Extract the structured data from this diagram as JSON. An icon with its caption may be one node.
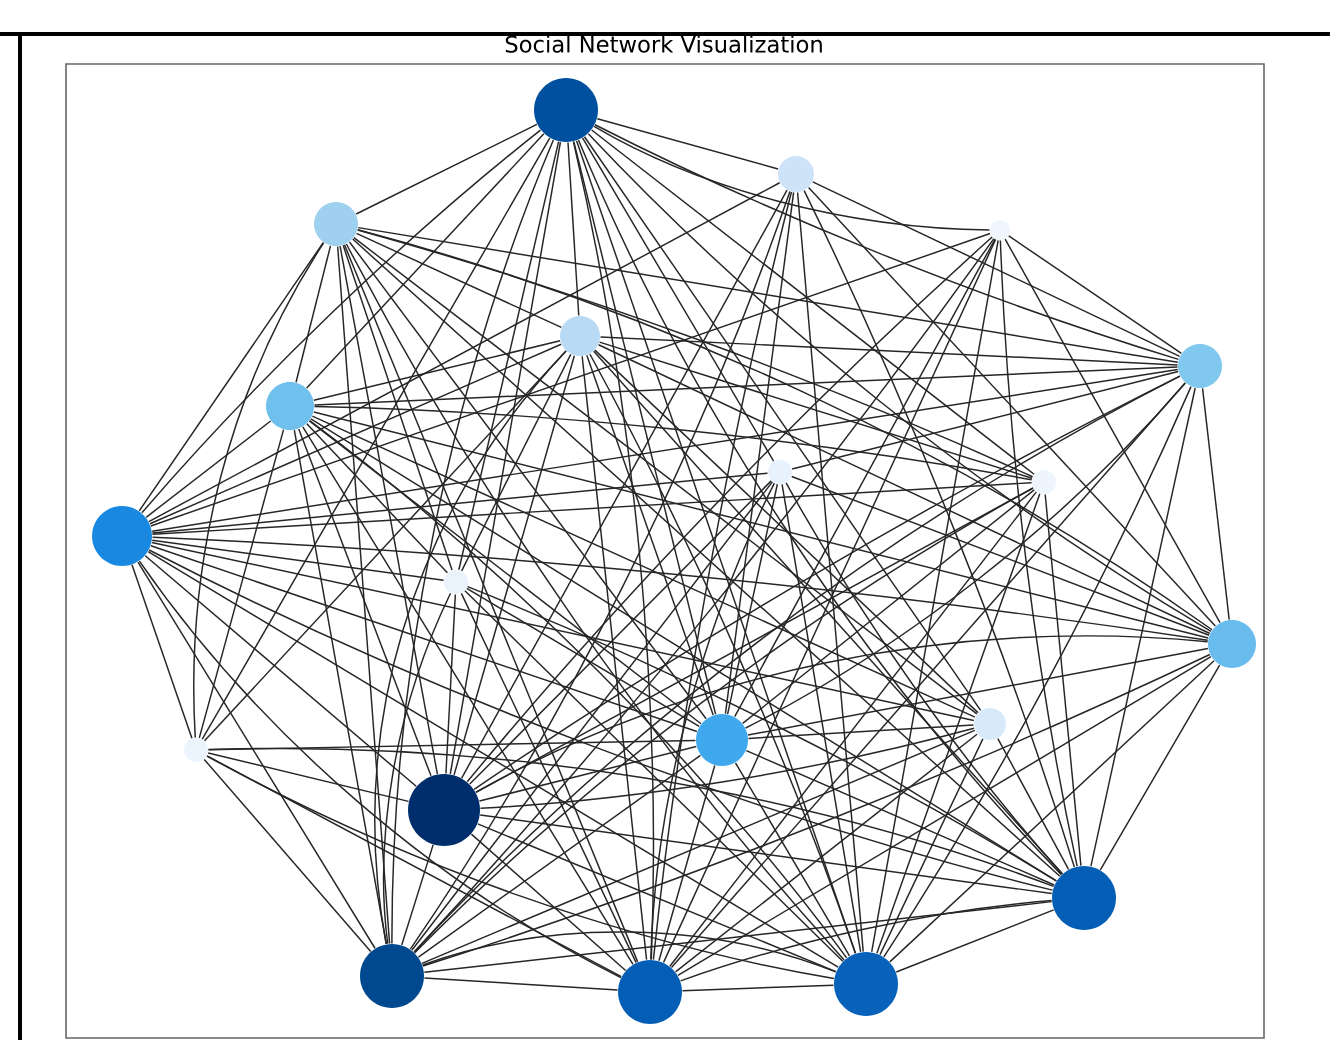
{
  "diagram": {
    "title": "Social Network Visualization",
    "nodes": [
      {
        "text": [],
        "shape": "circle"
      },
      {
        "text": [],
        "shape": "circle"
      },
      {
        "text": [],
        "shape": "circle"
      },
      {
        "text": [],
        "shape": "circle"
      },
      {
        "text": [],
        "shape": "circle"
      },
      {
        "text": [],
        "shape": "circle"
      },
      {
        "text": [],
        "shape": "circle"
      },
      {
        "text": [],
        "shape": "circle"
      },
      {
        "text": [],
        "shape": "circle"
      },
      {
        "text": [],
        "shape": "circle"
      },
      {
        "text": [],
        "shape": "circle"
      },
      {
        "text": [],
        "shape": "circle"
      },
      {
        "text": [],
        "shape": "circle"
      },
      {
        "text": [],
        "shape": "circle"
      },
      {
        "text": [],
        "shape": "circle"
      },
      {
        "text": [],
        "shape": "circle"
      },
      {
        "text": [],
        "shape": "circle"
      },
      {
        "text": [],
        "shape": "circle"
      },
      {
        "text": [],
        "shape": "circle"
      },
      {
        "text": [],
        "shape": "circle"
      }
    ],
    "edges": [
      {
        "from": 0,
        "to": 1,
        "arrow": "none"
      },
      {
        "from": 0,
        "to": 2,
        "arrow": "none"
      },
      {
        "from": 0,
        "to": 3,
        "arrow": "none"
      },
      {
        "from": 0,
        "to": 4,
        "arrow": "none"
      },
      {
        "from": 0,
        "to": 5,
        "arrow": "none"
      },
      {
        "from": 0,
        "to": 6,
        "arrow": "none"
      },
      {
        "from": 0,
        "to": 7,
        "arrow": "none"
      },
      {
        "from": 0,
        "to": 8,
        "arrow": "none"
      },
      {
        "from": 0,
        "to": 9,
        "arrow": "none"
      },
      {
        "from": 0,
        "to": 10,
        "arrow": "none"
      },
      {
        "from": 0,
        "to": 11,
        "arrow": "none"
      },
      {
        "from": 0,
        "to": 12,
        "arrow": "none"
      },
      {
        "from": 0,
        "to": 13,
        "arrow": "none"
      },
      {
        "from": 0,
        "to": 14,
        "arrow": "none"
      },
      {
        "from": 0,
        "to": 15,
        "arrow": "none"
      },
      {
        "from": 0,
        "to": 16,
        "arrow": "none"
      },
      {
        "from": 0,
        "to": 17,
        "arrow": "none"
      },
      {
        "from": 0,
        "to": 18,
        "arrow": "none"
      },
      {
        "from": 0,
        "to": 19,
        "arrow": "none"
      },
      {
        "from": 1,
        "to": 5,
        "arrow": "none"
      },
      {
        "from": 1,
        "to": 9,
        "arrow": "none"
      },
      {
        "from": 1,
        "to": 11,
        "arrow": "none"
      },
      {
        "from": 1,
        "to": 13,
        "arrow": "none"
      },
      {
        "from": 1,
        "to": 15,
        "arrow": "none"
      },
      {
        "from": 1,
        "to": 16,
        "arrow": "none"
      },
      {
        "from": 1,
        "to": 17,
        "arrow": "none"
      },
      {
        "from": 1,
        "to": 18,
        "arrow": "none"
      },
      {
        "from": 1,
        "to": 19,
        "arrow": "none"
      },
      {
        "from": 2,
        "to": 4,
        "arrow": "none"
      },
      {
        "from": 2,
        "to": 5,
        "arrow": "none"
      },
      {
        "from": 2,
        "to": 6,
        "arrow": "none"
      },
      {
        "from": 2,
        "to": 8,
        "arrow": "none"
      },
      {
        "from": 2,
        "to": 9,
        "arrow": "none"
      },
      {
        "from": 2,
        "to": 10,
        "arrow": "none"
      },
      {
        "from": 2,
        "to": 11,
        "arrow": "none"
      },
      {
        "from": 2,
        "to": 12,
        "arrow": "none"
      },
      {
        "from": 2,
        "to": 13,
        "arrow": "none"
      },
      {
        "from": 2,
        "to": 14,
        "arrow": "none"
      },
      {
        "from": 2,
        "to": 15,
        "arrow": "none"
      },
      {
        "from": 2,
        "to": 16,
        "arrow": "none"
      },
      {
        "from": 2,
        "to": 17,
        "arrow": "none"
      },
      {
        "from": 2,
        "to": 18,
        "arrow": "none"
      },
      {
        "from": 2,
        "to": 19,
        "arrow": "none"
      },
      {
        "from": 3,
        "to": 5,
        "arrow": "none"
      },
      {
        "from": 3,
        "to": 9,
        "arrow": "none"
      },
      {
        "from": 3,
        "to": 11,
        "arrow": "none"
      },
      {
        "from": 3,
        "to": 13,
        "arrow": "none"
      },
      {
        "from": 3,
        "to": 15,
        "arrow": "none"
      },
      {
        "from": 3,
        "to": 16,
        "arrow": "none"
      },
      {
        "from": 3,
        "to": 17,
        "arrow": "none"
      },
      {
        "from": 3,
        "to": 18,
        "arrow": "none"
      },
      {
        "from": 3,
        "to": 19,
        "arrow": "none"
      },
      {
        "from": 4,
        "to": 5,
        "arrow": "none"
      },
      {
        "from": 4,
        "to": 6,
        "arrow": "none"
      },
      {
        "from": 4,
        "to": 8,
        "arrow": "none"
      },
      {
        "from": 4,
        "to": 9,
        "arrow": "none"
      },
      {
        "from": 4,
        "to": 10,
        "arrow": "none"
      },
      {
        "from": 4,
        "to": 11,
        "arrow": "none"
      },
      {
        "from": 4,
        "to": 12,
        "arrow": "none"
      },
      {
        "from": 4,
        "to": 13,
        "arrow": "none"
      },
      {
        "from": 4,
        "to": 14,
        "arrow": "none"
      },
      {
        "from": 4,
        "to": 15,
        "arrow": "none"
      },
      {
        "from": 4,
        "to": 16,
        "arrow": "none"
      },
      {
        "from": 4,
        "to": 17,
        "arrow": "none"
      },
      {
        "from": 4,
        "to": 18,
        "arrow": "none"
      },
      {
        "from": 4,
        "to": 19,
        "arrow": "none"
      },
      {
        "from": 5,
        "to": 6,
        "arrow": "none"
      },
      {
        "from": 5,
        "to": 7,
        "arrow": "none"
      },
      {
        "from": 5,
        "to": 9,
        "arrow": "none"
      },
      {
        "from": 5,
        "to": 11,
        "arrow": "none"
      },
      {
        "from": 5,
        "to": 13,
        "arrow": "none"
      },
      {
        "from": 5,
        "to": 15,
        "arrow": "none"
      },
      {
        "from": 5,
        "to": 16,
        "arrow": "none"
      },
      {
        "from": 5,
        "to": 17,
        "arrow": "none"
      },
      {
        "from": 5,
        "to": 18,
        "arrow": "none"
      },
      {
        "from": 5,
        "to": 19,
        "arrow": "none"
      },
      {
        "from": 6,
        "to": 8,
        "arrow": "none"
      },
      {
        "from": 6,
        "to": 9,
        "arrow": "none"
      },
      {
        "from": 6,
        "to": 10,
        "arrow": "none"
      },
      {
        "from": 6,
        "to": 11,
        "arrow": "none"
      },
      {
        "from": 6,
        "to": 12,
        "arrow": "none"
      },
      {
        "from": 6,
        "to": 13,
        "arrow": "none"
      },
      {
        "from": 6,
        "to": 14,
        "arrow": "none"
      },
      {
        "from": 6,
        "to": 15,
        "arrow": "none"
      },
      {
        "from": 6,
        "to": 16,
        "arrow": "none"
      },
      {
        "from": 6,
        "to": 17,
        "arrow": "none"
      },
      {
        "from": 6,
        "to": 18,
        "arrow": "none"
      },
      {
        "from": 6,
        "to": 19,
        "arrow": "none"
      },
      {
        "from": 7,
        "to": 9,
        "arrow": "none"
      },
      {
        "from": 7,
        "to": 11,
        "arrow": "none"
      },
      {
        "from": 7,
        "to": 13,
        "arrow": "none"
      },
      {
        "from": 7,
        "to": 15,
        "arrow": "none"
      },
      {
        "from": 7,
        "to": 16,
        "arrow": "none"
      },
      {
        "from": 7,
        "to": 17,
        "arrow": "none"
      },
      {
        "from": 7,
        "to": 18,
        "arrow": "none"
      },
      {
        "from": 7,
        "to": 19,
        "arrow": "none"
      },
      {
        "from": 8,
        "to": 9,
        "arrow": "none"
      },
      {
        "from": 8,
        "to": 13,
        "arrow": "none"
      },
      {
        "from": 8,
        "to": 15,
        "arrow": "none"
      },
      {
        "from": 8,
        "to": 16,
        "arrow": "none"
      },
      {
        "from": 8,
        "to": 17,
        "arrow": "none"
      },
      {
        "from": 8,
        "to": 18,
        "arrow": "none"
      },
      {
        "from": 8,
        "to": 19,
        "arrow": "none"
      },
      {
        "from": 9,
        "to": 10,
        "arrow": "none"
      },
      {
        "from": 9,
        "to": 11,
        "arrow": "none"
      },
      {
        "from": 9,
        "to": 12,
        "arrow": "none"
      },
      {
        "from": 9,
        "to": 13,
        "arrow": "none"
      },
      {
        "from": 9,
        "to": 14,
        "arrow": "none"
      },
      {
        "from": 9,
        "to": 15,
        "arrow": "none"
      },
      {
        "from": 9,
        "to": 16,
        "arrow": "none"
      },
      {
        "from": 9,
        "to": 17,
        "arrow": "none"
      },
      {
        "from": 9,
        "to": 18,
        "arrow": "none"
      },
      {
        "from": 9,
        "to": 19,
        "arrow": "none"
      },
      {
        "from": 10,
        "to": 13,
        "arrow": "none"
      },
      {
        "from": 10,
        "to": 15,
        "arrow": "none"
      },
      {
        "from": 10,
        "to": 16,
        "arrow": "none"
      },
      {
        "from": 10,
        "to": 17,
        "arrow": "none"
      },
      {
        "from": 10,
        "to": 18,
        "arrow": "none"
      },
      {
        "from": 10,
        "to": 19,
        "arrow": "none"
      },
      {
        "from": 11,
        "to": 13,
        "arrow": "none"
      },
      {
        "from": 11,
        "to": 15,
        "arrow": "none"
      },
      {
        "from": 11,
        "to": 16,
        "arrow": "none"
      },
      {
        "from": 11,
        "to": 17,
        "arrow": "none"
      },
      {
        "from": 11,
        "to": 18,
        "arrow": "none"
      },
      {
        "from": 11,
        "to": 19,
        "arrow": "none"
      },
      {
        "from": 12,
        "to": 13,
        "arrow": "none"
      },
      {
        "from": 12,
        "to": 15,
        "arrow": "none"
      },
      {
        "from": 12,
        "to": 16,
        "arrow": "none"
      },
      {
        "from": 12,
        "to": 17,
        "arrow": "none"
      },
      {
        "from": 12,
        "to": 18,
        "arrow": "none"
      },
      {
        "from": 12,
        "to": 19,
        "arrow": "none"
      },
      {
        "from": 13,
        "to": 14,
        "arrow": "none"
      },
      {
        "from": 13,
        "to": 15,
        "arrow": "none"
      },
      {
        "from": 13,
        "to": 16,
        "arrow": "none"
      },
      {
        "from": 13,
        "to": 17,
        "arrow": "none"
      },
      {
        "from": 13,
        "to": 18,
        "arrow": "none"
      },
      {
        "from": 13,
        "to": 19,
        "arrow": "none"
      },
      {
        "from": 14,
        "to": 15,
        "arrow": "none"
      },
      {
        "from": 14,
        "to": 16,
        "arrow": "none"
      },
      {
        "from": 14,
        "to": 17,
        "arrow": "none"
      },
      {
        "from": 14,
        "to": 18,
        "arrow": "none"
      },
      {
        "from": 14,
        "to": 19,
        "arrow": "none"
      },
      {
        "from": 15,
        "to": 16,
        "arrow": "none"
      },
      {
        "from": 15,
        "to": 17,
        "arrow": "none"
      },
      {
        "from": 15,
        "to": 18,
        "arrow": "none"
      },
      {
        "from": 15,
        "to": 19,
        "arrow": "none"
      },
      {
        "from": 16,
        "to": 17,
        "arrow": "none"
      },
      {
        "from": 16,
        "to": 18,
        "arrow": "none"
      },
      {
        "from": 16,
        "to": 19,
        "arrow": "none"
      },
      {
        "from": 17,
        "to": 18,
        "arrow": "none"
      },
      {
        "from": 17,
        "to": 19,
        "arrow": "none"
      },
      {
        "from": 18,
        "to": 19,
        "arrow": "none"
      }
    ]
  }
}
